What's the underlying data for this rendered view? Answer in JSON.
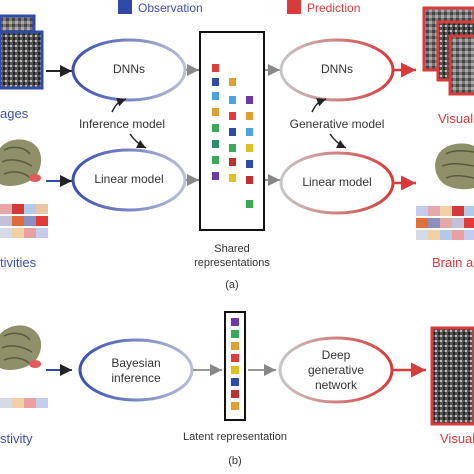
{
  "legend": {
    "observation": {
      "label": "Observation",
      "color": "#2f4aa8"
    },
    "prediction": {
      "label": "Prediction",
      "color": "#d93a3a"
    }
  },
  "panel_a": {
    "left_images_label": "ages",
    "left_activities_label": "tivities",
    "dnn_left": "DNNs",
    "linear_left": "Linear model",
    "inference_label": "Inference  model",
    "dnn_right": "DNNs",
    "linear_right": "Linear model",
    "generative_label": "Generative model",
    "shared_line1": "Shared",
    "shared_line2": "representations",
    "right_images_label": "Visual",
    "right_brain_label": "Brain a",
    "caption": "(a)"
  },
  "panel_b": {
    "left_label": "stivity",
    "bayes_line1": "Bayesian",
    "bayes_line2": "inference",
    "deep_line1": "Deep",
    "deep_line2": "generative",
    "deep_line3": "network",
    "latent_label": "Latent representation",
    "right_label": "Visual",
    "caption": "(b)"
  },
  "colors": {
    "blue_stroke": "#3a4fb0",
    "red_stroke": "#d93a3a",
    "grey_stroke": "#999999"
  }
}
